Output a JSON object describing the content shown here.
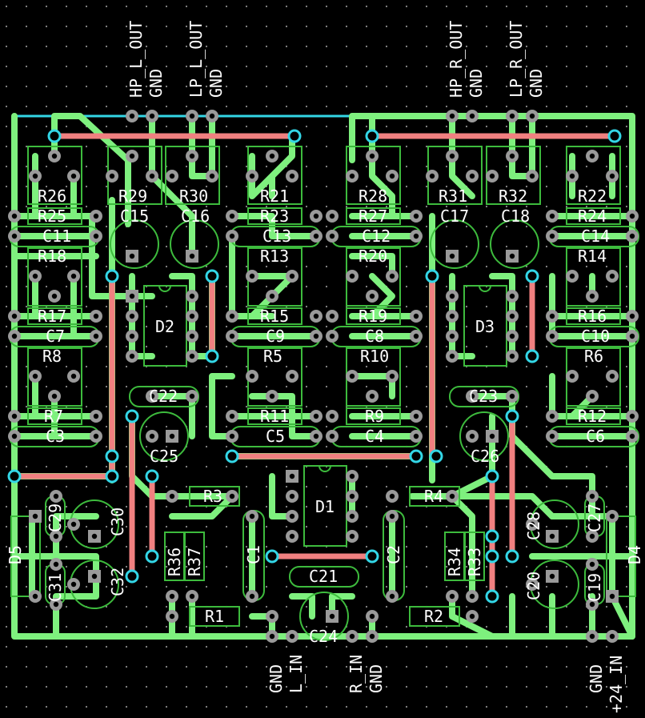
{
  "board": {
    "colors": {
      "background": "#000000",
      "edge_cuts": "#33d6e6",
      "top_copper": "#f08080",
      "bottom_copper": "#7ef07e",
      "silkscreen": "#3dbb3d",
      "pads": "#9a9a9a",
      "text": "#ffffff"
    },
    "connector_labels_top": [
      "HP_L_OUT",
      "GND",
      "LP_L_OUT",
      "GND",
      "HP_R_OUT",
      "GND",
      "LP_R_OUT",
      "GND"
    ],
    "connector_labels_bottom": [
      "GND",
      "L_IN",
      "R_IN",
      "GND",
      "GND",
      "+24_IN"
    ],
    "resistors": [
      "R1",
      "R2",
      "R3",
      "R4",
      "R5",
      "R6",
      "R7",
      "R8",
      "R9",
      "R10",
      "R11",
      "R12",
      "R13",
      "R14",
      "R15",
      "R16",
      "R17",
      "R18",
      "R19",
      "R20",
      "R21",
      "R22",
      "R23",
      "R24",
      "R25",
      "R26",
      "R27",
      "R28",
      "R29",
      "R30",
      "R31",
      "R32",
      "R33",
      "R34",
      "R36",
      "R37"
    ],
    "capacitors": [
      "C1",
      "C2",
      "C3",
      "C4",
      "C5",
      "C6",
      "C7",
      "C8",
      "C9",
      "C10",
      "C11",
      "C12",
      "C13",
      "C14",
      "C15",
      "C16",
      "C17",
      "C18",
      "C19",
      "C20",
      "C21",
      "C22",
      "C23",
      "C24",
      "C25",
      "C26",
      "C28",
      "C29",
      "C30",
      "C31",
      "C32"
    ],
    "ics": [
      "D1",
      "D2",
      "D3"
    ],
    "diodes": [
      "D4",
      "D5"
    ]
  }
}
